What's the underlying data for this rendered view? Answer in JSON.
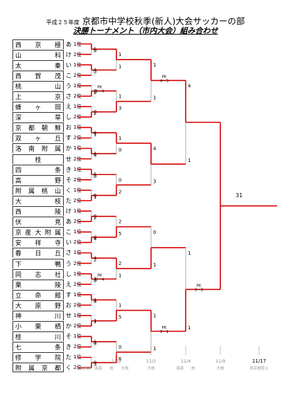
{
  "header": {
    "year": "平成２５年度",
    "title": "京都市中学校秋季(新人)大会サッカーの部",
    "subtitle": "決勝トーナメント（市内大会）組み合わせ"
  },
  "teams": [
    {
      "name": "西京極",
      "kana": "あ",
      "rank": "1位"
    },
    {
      "name": "山科",
      "kana": "け",
      "rank": "2位"
    },
    {
      "name": "太秦",
      "kana": "い",
      "rank": "1位"
    },
    {
      "name": "西賀茂",
      "kana": "こ",
      "rank": "2位"
    },
    {
      "name": "桃山",
      "kana": "う",
      "rank": "1位"
    },
    {
      "name": "上京",
      "kana": "さ",
      "rank": "2位"
    },
    {
      "name": "蜂ヶ岡",
      "kana": "え",
      "rank": "1位"
    },
    {
      "name": "深草",
      "kana": "し",
      "rank": "2位"
    },
    {
      "name": "京都朝鮮",
      "kana": "お",
      "rank": "1位"
    },
    {
      "name": "双ヶ丘",
      "kana": "す",
      "rank": "2位"
    },
    {
      "name": "洛南附属",
      "kana": "か",
      "rank": "1位"
    },
    {
      "name": "桂",
      "kana": "せ",
      "rank": "2位"
    },
    {
      "name": "四条",
      "kana": "き",
      "rank": "1位"
    },
    {
      "name": "高野",
      "kana": "そ",
      "rank": "2位"
    },
    {
      "name": "附属桃山",
      "kana": "く",
      "rank": "1位"
    },
    {
      "name": "大枝",
      "kana": "た",
      "rank": "2位"
    },
    {
      "name": "西陵",
      "kana": "け",
      "rank": "1位"
    },
    {
      "name": "伏見",
      "kana": "あ",
      "rank": "2位"
    },
    {
      "name": "京産大附属",
      "kana": "こ",
      "rank": "1位"
    },
    {
      "name": "安祥寺",
      "kana": "い",
      "rank": "2位"
    },
    {
      "name": "春日丘",
      "kana": "さ",
      "rank": "1位"
    },
    {
      "name": "下鴨",
      "kana": "う",
      "rank": "2位"
    },
    {
      "name": "同志社",
      "kana": "し",
      "rank": "1位"
    },
    {
      "name": "栗陵",
      "kana": "え",
      "rank": "2位"
    },
    {
      "name": "立命館",
      "kana": "す",
      "rank": "1位"
    },
    {
      "name": "大原野",
      "kana": "お",
      "rank": "2位"
    },
    {
      "name": "神川",
      "kana": "せ",
      "rank": "1位"
    },
    {
      "name": "小栗栖",
      "kana": "か",
      "rank": "2位"
    },
    {
      "name": "桂川",
      "kana": "そ",
      "rank": "1位"
    },
    {
      "name": "七条",
      "kana": "き",
      "rank": "2位"
    },
    {
      "name": "修学院",
      "kana": "た",
      "rank": "1位"
    },
    {
      "name": "附属京都",
      "kana": "く",
      "rank": "2位"
    }
  ],
  "r1_scores": [
    [
      "5",
      "0"
    ],
    [
      "4",
      "0"
    ],
    [
      "2",
      "2"
    ],
    [
      "0",
      "2"
    ],
    [
      "6",
      "1"
    ],
    [
      "1",
      "0"
    ],
    [
      "5",
      "0"
    ],
    [
      "0",
      "1"
    ],
    [
      "0",
      "2"
    ],
    [
      "0",
      "4"
    ],
    [
      "4",
      "2"
    ],
    [
      "1",
      "0"
    ],
    [
      "1",
      "0"
    ],
    [
      "1",
      "7"
    ],
    [
      "1",
      "0"
    ],
    [
      "0",
      "3"
    ]
  ],
  "r1_pk": [
    "",
    "",
    "PK 2－4",
    "",
    "",
    "",
    "",
    "",
    "",
    "",
    "",
    "PK 5－4",
    "",
    "",
    "",
    ""
  ],
  "r2_scores": [
    [
      "1",
      "1"
    ],
    [
      "1",
      "3"
    ],
    [
      "1",
      "0"
    ],
    [
      "0",
      "2"
    ],
    [
      "2",
      "5"
    ],
    [
      "2",
      "1"
    ],
    [
      "1",
      "5"
    ],
    [
      "0",
      "6"
    ]
  ],
  "r2_pk": [
    "",
    "",
    "",
    "",
    "",
    "",
    "",
    ""
  ],
  "r3_scores": [
    [
      "1",
      "1"
    ],
    [
      "4",
      "3"
    ],
    [
      "0",
      "1"
    ],
    [
      "1",
      "1"
    ]
  ],
  "r3_pk": [
    "PK 4－3",
    "",
    "",
    "PK 3－1"
  ],
  "r4_scores": [
    [
      "4",
      "1"
    ],
    [
      "1",
      "1"
    ]
  ],
  "r4_pk": [
    "",
    "PK 3－2"
  ],
  "final": {
    "score": "31"
  },
  "schedule": [
    {
      "date": "11/2",
      "venue": "大原野　洛南　　桂　　大枝"
    },
    {
      "date": "11/2",
      "venue": "大枝"
    },
    {
      "date": "11/4",
      "venue": "洛南　　桂"
    },
    {
      "date": "11/9",
      "venue": "大枝"
    },
    {
      "date": "11/17",
      "venue": "西京極陸上"
    }
  ]
}
